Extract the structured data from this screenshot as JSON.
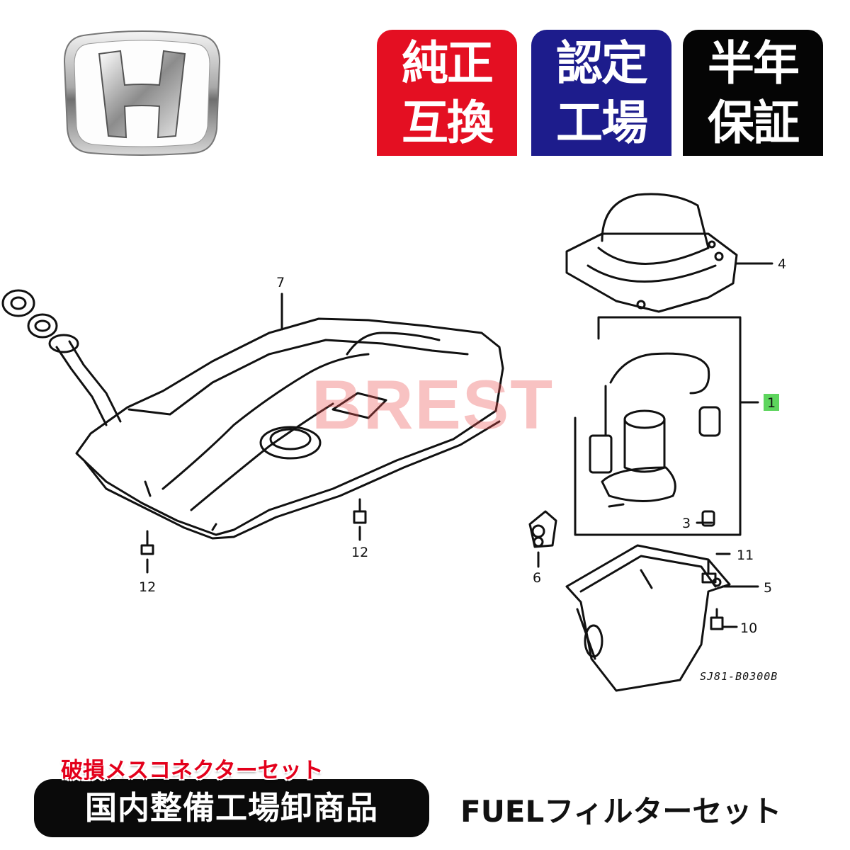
{
  "brand": {
    "logo_icon": "honda-h-logo-icon"
  },
  "badges": [
    {
      "line1": "純正",
      "line2": "互換",
      "color": "#e40f22"
    },
    {
      "line1": "認定",
      "line2": "工場",
      "color": "#1d1c8c"
    },
    {
      "line1": "半年",
      "line2": "保証",
      "color": "#050505"
    }
  ],
  "diagram": {
    "callouts": {
      "c1": "1",
      "c3": "3",
      "c4": "4",
      "c5": "5",
      "c6": "6",
      "c7": "7",
      "c10": "10",
      "c11": "11",
      "c12a": "12",
      "c12b": "12"
    },
    "watermark": "BREST",
    "code": "SJ81-B0300B"
  },
  "promo_text": "破損メスコネクターセット",
  "wholesale_label": "国内整備工場卸商品",
  "product_title": "FUELフィルターセット",
  "colors": {
    "accent_red": "#e3001b",
    "highlight_green": "#5dd55d"
  }
}
